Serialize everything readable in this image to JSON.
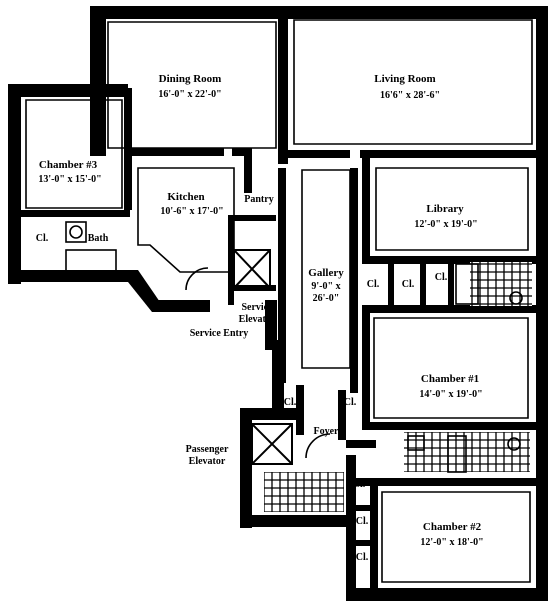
{
  "rooms": {
    "dining_room": {
      "name": "Dining Room",
      "dims": "16'-0\" x 22'-0\""
    },
    "living_room": {
      "name": "Living Room",
      "dims": "16'6\" x 28'-6\""
    },
    "chamber3": {
      "name": "Chamber #3",
      "dims": "13'-0\" x 15'-0\""
    },
    "kitchen": {
      "name": "Kitchen",
      "dims": "10'-6\" x 17'-0\""
    },
    "pantry": {
      "name": "Pantry"
    },
    "library": {
      "name": "Library",
      "dims": "12'-0\" x 19'-0\""
    },
    "bath": {
      "name": "Bath"
    },
    "gallery": {
      "name": "Gallery",
      "dims_line1": "9'-0\" x",
      "dims_line2": "26'-0\""
    },
    "service_elevator": {
      "line1": "Service",
      "line2": "Elevator"
    },
    "service_entry": {
      "name": "Service Entry"
    },
    "chamber1": {
      "name": "Chamber #1",
      "dims": "14'-0\" x 19'-0\""
    },
    "foyer": {
      "name": "Foyer"
    },
    "passenger_elevator": {
      "line1": "Passenger",
      "line2": "Elevator"
    },
    "chamber2": {
      "name": "Chamber #2",
      "dims": "12'-0\" x 18'-0\""
    }
  },
  "closet_label": "Cl.",
  "colors": {
    "ink": "#000000",
    "paper": "#ffffff"
  }
}
